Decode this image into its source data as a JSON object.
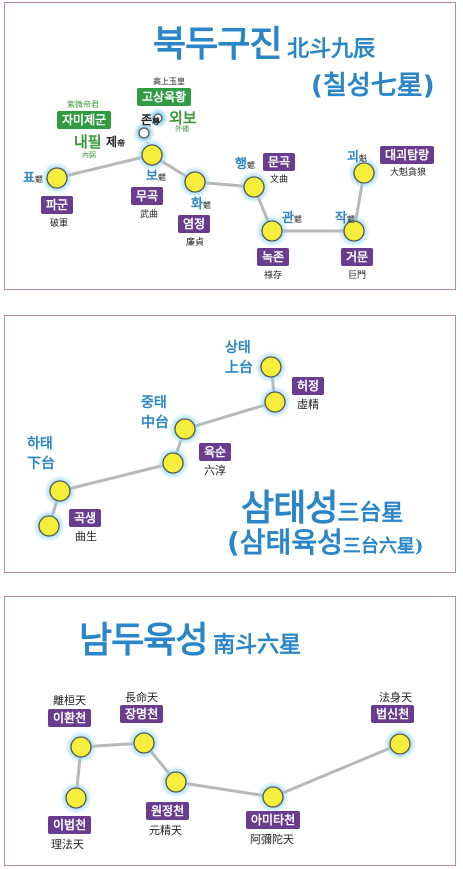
{
  "colors": {
    "title": "#2a86c8",
    "badge_purple": "#6a3c8f",
    "badge_green": "#2f9b43",
    "star_fill": "#f5ee3a",
    "line": "#b8b8b8",
    "border": "#b78aa9"
  },
  "panel1": {
    "title": "북두구진",
    "title_han": "北斗九辰",
    "subtitle": "(칠성七星)",
    "stars": {
      "pagun": {
        "blue_ko": "표",
        "blue_han": "魒",
        "badge": "파군",
        "sub": "破軍"
      },
      "mugok": {
        "blue_ko": "보",
        "blue_han": "魒",
        "badge": "무곡",
        "sub": "武曲"
      },
      "yeomjeong": {
        "blue_ko": "화",
        "blue_han": "魒",
        "badge": "염정",
        "sub": "廉貞"
      },
      "mungok": {
        "blue_ko": "행",
        "blue_han": "魒",
        "badge": "문곡",
        "sub": "文曲"
      },
      "nokjon": {
        "blue_ko": "관",
        "blue_han": "魒",
        "badge": "녹존",
        "sub": "祿存"
      },
      "geomun": {
        "blue_ko": "작",
        "blue_han": "魒",
        "badge": "거문",
        "sub": "巨門"
      },
      "taegwe": {
        "blue_ko": "괴",
        "blue_han": "魁",
        "badge": "대괴탐랑",
        "sub": "大魁貪狼"
      }
    },
    "jamijegun": {
      "badge": "자미제군",
      "sub": "紫微帝君"
    },
    "gosang": {
      "badge": "고상옥황",
      "sub": "高上玉皇"
    },
    "naepil": {
      "label": "내필",
      "sub": "內弼",
      "je": "제",
      "je_han": "帝"
    },
    "jon": {
      "label": "존",
      "han": "尊"
    },
    "oebo": {
      "label": "외보",
      "sub": "外補"
    }
  },
  "panel2": {
    "title": "삼태성",
    "title_han": "三台星",
    "subtitle": "(삼태육성",
    "subtitle_han": "三台六星)",
    "sangtae": {
      "line1": "상태",
      "line2": "上台"
    },
    "jungtae": {
      "line1": "중태",
      "line2": "中台"
    },
    "hatae": {
      "line1": "하태",
      "line2": "下台"
    },
    "heojeong": {
      "badge": "허정",
      "sub": "虛精"
    },
    "yuksun": {
      "badge": "육순",
      "sub": "六淳"
    },
    "goksaeng": {
      "badge": "곡생",
      "sub": "曲生"
    }
  },
  "panel3": {
    "title": "남두육성",
    "title_han": "南斗六星",
    "stars": [
      {
        "badge": "이환천",
        "sub": "離桓天"
      },
      {
        "badge": "장명천",
        "sub": "長命天"
      },
      {
        "badge": "법신천",
        "sub": "法身天"
      },
      {
        "badge": "이법천",
        "sub": "理法天"
      },
      {
        "badge": "원정천",
        "sub": "元精天"
      },
      {
        "badge": "아미타천",
        "sub": "阿彌陀天"
      }
    ]
  }
}
